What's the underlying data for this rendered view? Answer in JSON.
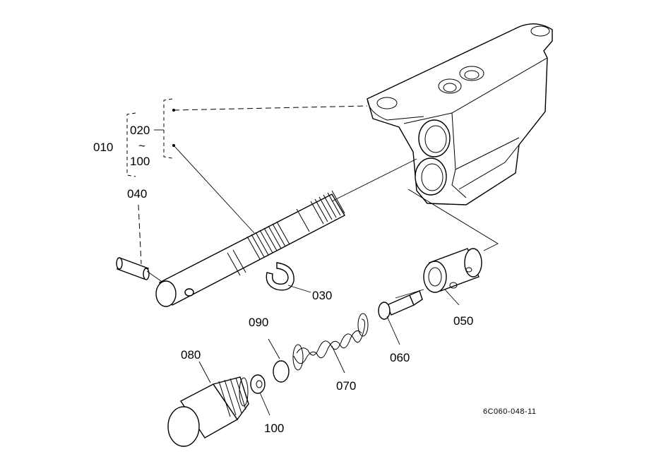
{
  "callouts": {
    "c010": "010",
    "c020": "020",
    "tilde": "~",
    "c100_range": "100",
    "c040": "040",
    "c030": "030",
    "c050": "050",
    "c060": "060",
    "c070": "070",
    "c080": "080",
    "c090": "090",
    "c100": "100"
  },
  "figure_ref": "6C060-048-11"
}
